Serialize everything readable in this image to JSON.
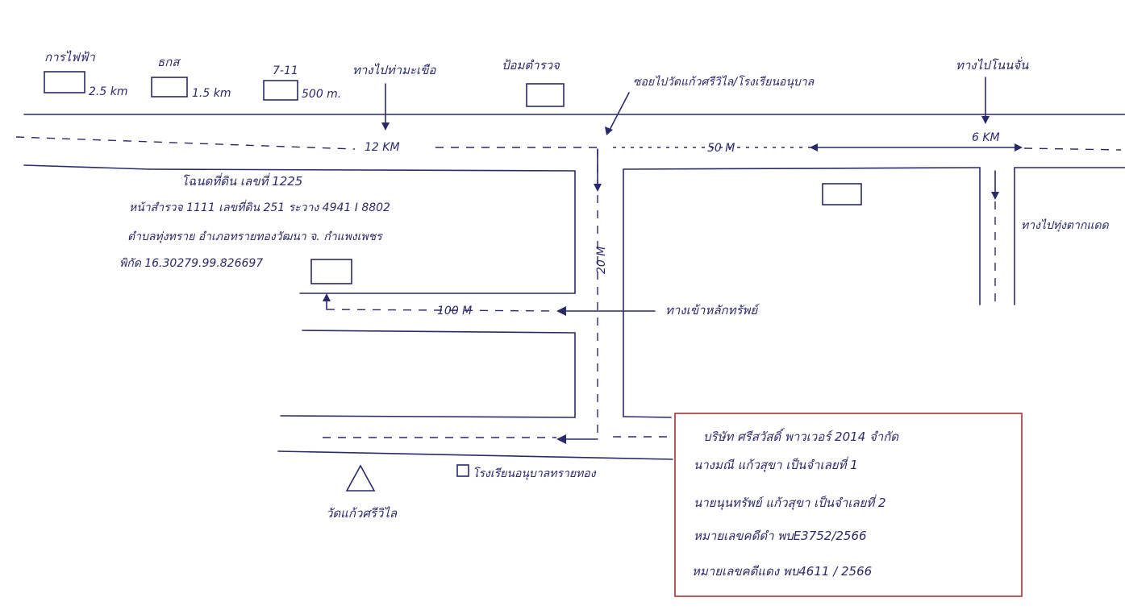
{
  "landmarks": {
    "electricity": {
      "label": "การไฟฟ้า",
      "distance": "2.5 km"
    },
    "baac": {
      "label": "ธกส",
      "distance": "1.5 km"
    },
    "seven_eleven": {
      "label": "7-11",
      "distance": "500 m."
    },
    "to_tha_makhuea": "ทางไปท่ามะเขือ",
    "police_box": "ป้อมตำรวจ",
    "soi_to_temple": "ซอยไปวัดแก้วศรีวิไล/โรงเรียนอนุบาล",
    "to_non_chan": "ทางไปโนนจั่น",
    "to_thung_tak_daet": "ทางไปทุ่งตากแดด",
    "home_entrance": "ทางเข้าหลักทรัพย์",
    "school": "โรงเรียนอนุบาลทรายทอง",
    "temple": "วัดแก้วศรีวิไล"
  },
  "distances": {
    "d12km": "12 KM",
    "d50m": "50 M",
    "d6km": "6 KM",
    "d20m": "20 M",
    "d100m": "100 M"
  },
  "deed": {
    "line1": "โฉนดที่ดิน เลขที่ 1225",
    "line2": "หน้าสำรวจ 1111 เลขที่ดิน 251 ระวาง 4941 I 8802",
    "line3": "ตำบลทุ่งทราย อำเภอทรายทองวัฒนา จ. กำแพงเพชร",
    "line4": "พิกัด 16.30279.99.826697"
  },
  "info_box": {
    "line1": "บริษัท ศรีสวัสดิ์ พาวเวอร์ 2014 จำกัด",
    "line2": "นางมณี แก้วสุขา เป็นจำเลยที่ 1",
    "line3": "นายนุนทรัพย์ แก้วสุขา เป็นจำเลยที่ 2",
    "line4": "หมายเลขคดีดำ พบE3752/2566",
    "line5": "หมายเลขคดีแดง พบ4611 / 2566"
  }
}
